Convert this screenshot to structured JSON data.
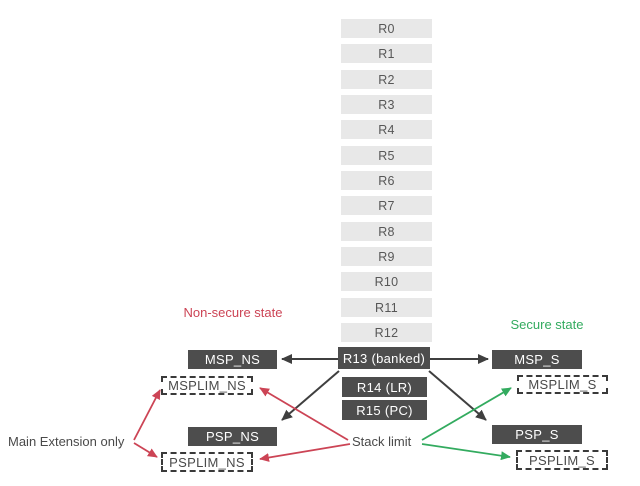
{
  "registers": [
    "R0",
    "R1",
    "R2",
    "R3",
    "R4",
    "R5",
    "R6",
    "R7",
    "R8",
    "R9",
    "R10",
    "R11",
    "R12"
  ],
  "special_registers": {
    "r13": "R13 (banked)",
    "r14": "R14 (LR)",
    "r15": "R15 (PC)"
  },
  "non_secure": {
    "state_label": "Non-secure state",
    "msp": "MSP_NS",
    "msplim": "MSPLIM_NS",
    "psp": "PSP_NS",
    "psplim": "PSPLIM_NS"
  },
  "secure": {
    "state_label": "Secure state",
    "msp": "MSP_S",
    "msplim": "MSPLIM_S",
    "psp": "PSP_S",
    "psplim": "PSPLIM_S"
  },
  "annotations": {
    "main_extension_only": "Main Extension only",
    "stack_limit": "Stack limit"
  },
  "colors": {
    "non_secure_red": "#cc4455",
    "secure_green": "#33ab5f",
    "dark_box": "#4d4d4d",
    "light_box": "#e8e8e8",
    "arrow_dark": "#3f3f3f"
  }
}
